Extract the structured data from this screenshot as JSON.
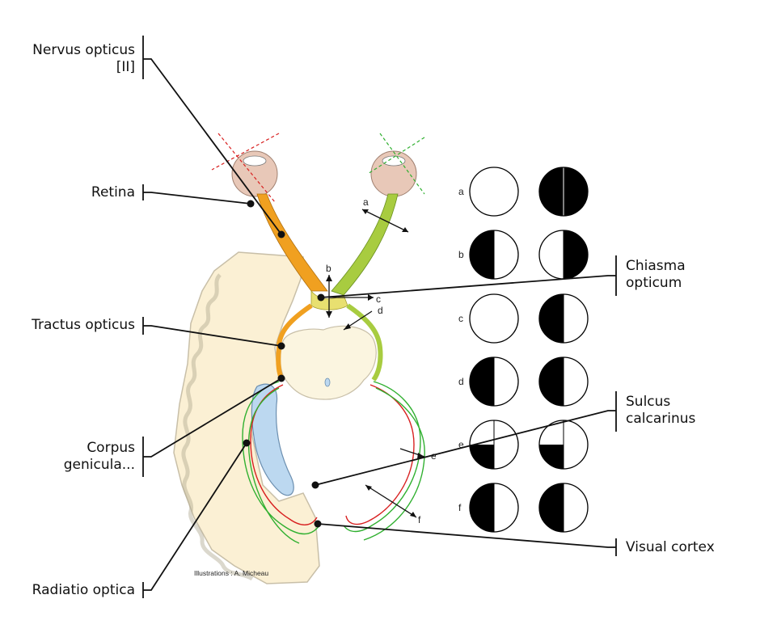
{
  "labels": {
    "nervus_opticus_line1": "Nervus opticus",
    "nervus_opticus_line2": "[II]",
    "retina": "Retina",
    "tractus_opticus": "Tractus opticus",
    "corpus_line1": "Corpus",
    "corpus_line2": "genicula...",
    "radiatio_optica": "Radiatio optica",
    "chiasma_line1": "Chiasma",
    "chiasma_line2": "opticum",
    "sulcus_line1": "Sulcus",
    "sulcus_line2": "calcarinus",
    "visual_cortex": "Visual cortex"
  },
  "lesion_letters": {
    "a": "a",
    "b": "b",
    "c": "c",
    "d": "d",
    "e": "e",
    "f": "f"
  },
  "field_rows": [
    {
      "letter": "a",
      "left": "none",
      "right": "full"
    },
    {
      "letter": "b",
      "left": "left-half",
      "right": "right-half"
    },
    {
      "letter": "c",
      "left": "none",
      "right": "left-half"
    },
    {
      "letter": "d",
      "left": "left-half",
      "right": "left-half"
    },
    {
      "letter": "e",
      "left": "lower-left-quadrant",
      "right": "lower-left-quadrant"
    },
    {
      "letter": "f",
      "left": "left-half",
      "right": "left-half"
    }
  ],
  "credit": "Illustrations : A. Micheau",
  "colors": {
    "nerve_orange": "#f0a020",
    "nerve_yellow": "#e8e070",
    "nerve_green": "#a8cc40",
    "red_path": "#d82020",
    "green_path": "#30b030",
    "brain_fill": "#fbf0d4",
    "ventricle_blue": "#bcd8f0",
    "leader": "#111111"
  }
}
